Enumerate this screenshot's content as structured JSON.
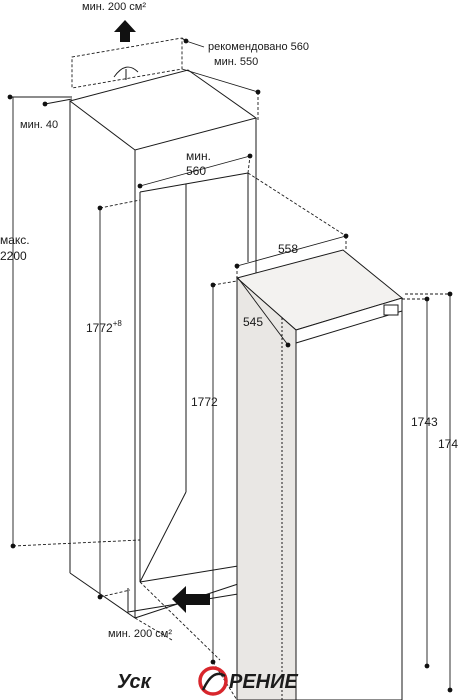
{
  "labels": {
    "vent_top": "мин. 200 см²",
    "recommended": "рекомендовано 560",
    "min_550": "мин. 550",
    "min_40": "мин. 40",
    "max_label": "макс.",
    "max_value": "2200",
    "niche_width_min": "мин.",
    "niche_width_value": "560",
    "dim_558": "558",
    "dim_545": "545",
    "dim_1772_plus": "1772",
    "dim_plus8": "+8",
    "dim_1772": "1772",
    "dim_1743": "1743",
    "dim_174": "174",
    "vent_bottom": "мин. 200 см²"
  },
  "logo": {
    "left": "Уск",
    "right": "РЕНИЕ"
  },
  "colors": {
    "line": "#1a1a1a",
    "appliance_side": "#e9e7e4",
    "appliance_top": "#f3f2f0",
    "logo_red": "#d8262c"
  }
}
